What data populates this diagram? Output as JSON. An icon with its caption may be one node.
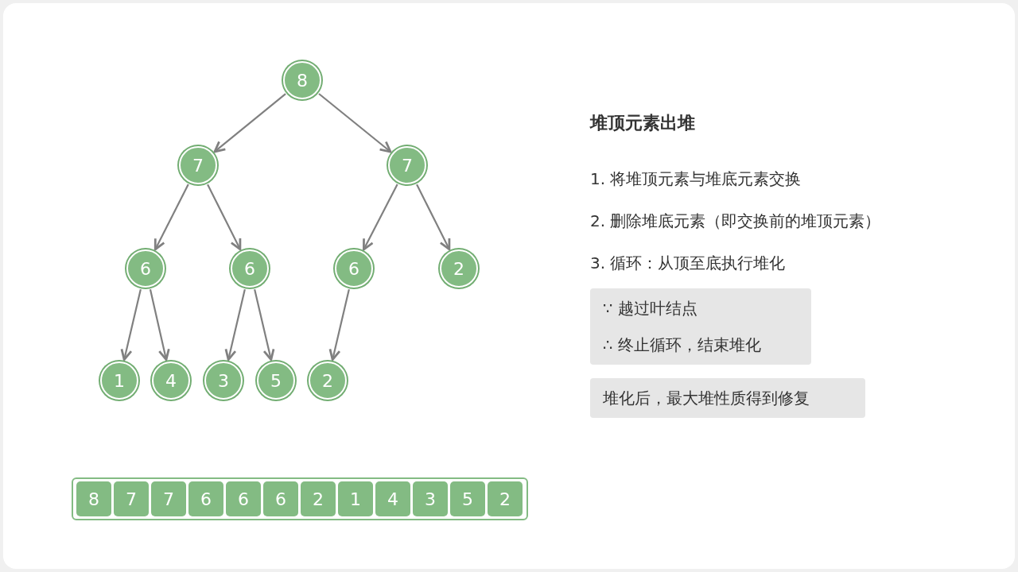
{
  "diagram": {
    "title": "堆顶元素出堆",
    "nodes": [
      {
        "text": [
          "8"
        ]
      },
      {
        "text": [
          "7"
        ]
      },
      {
        "text": [
          "7"
        ]
      },
      {
        "text": [
          "6"
        ]
      },
      {
        "text": [
          "6"
        ]
      },
      {
        "text": [
          "6"
        ]
      },
      {
        "text": [
          "2"
        ]
      },
      {
        "text": [
          "1"
        ]
      },
      {
        "text": [
          "4"
        ]
      },
      {
        "text": [
          "3"
        ]
      },
      {
        "text": [
          "5"
        ]
      },
      {
        "text": [
          "2"
        ]
      },
      {
        "text": [],
        "shape": "box"
      },
      {
        "text": [
          "8"
        ],
        "in": 12
      },
      {
        "text": [
          "7"
        ],
        "in": 12
      },
      {
        "text": [
          "7"
        ],
        "in": 12
      },
      {
        "text": [
          "6"
        ],
        "in": 12
      },
      {
        "text": [
          "6"
        ],
        "in": 12
      },
      {
        "text": [
          "6"
        ],
        "in": 12
      },
      {
        "text": [
          "2"
        ],
        "in": 12
      },
      {
        "text": [
          "1"
        ],
        "in": 12
      },
      {
        "text": [
          "4"
        ],
        "in": 12
      },
      {
        "text": [
          "3"
        ],
        "in": 12
      },
      {
        "text": [
          "5"
        ],
        "in": 12
      },
      {
        "text": [
          "2"
        ],
        "in": 12
      },
      {
        "text": [
          "∵ 越过叶结点",
          "∴ 终止循环，结束堆化"
        ]
      },
      {
        "text": [
          "堆化后，最大堆性质得到修复"
        ]
      }
    ],
    "edges": [
      {
        "from": 0,
        "to": 1,
        "arrow": "to"
      },
      {
        "from": 0,
        "to": 2,
        "arrow": "to"
      },
      {
        "from": 1,
        "to": 3,
        "arrow": "to"
      },
      {
        "from": 1,
        "to": 4,
        "arrow": "to"
      },
      {
        "from": 2,
        "to": 5,
        "arrow": "to"
      },
      {
        "from": 2,
        "to": 6,
        "arrow": "to"
      },
      {
        "from": 3,
        "to": 7,
        "arrow": "to"
      },
      {
        "from": 3,
        "to": 8,
        "arrow": "to"
      },
      {
        "from": 4,
        "to": 9,
        "arrow": "to"
      },
      {
        "from": 4,
        "to": 10,
        "arrow": "to"
      },
      {
        "from": 5,
        "to": 11,
        "arrow": "to"
      }
    ],
    "labels": [
      "1. 将堆顶元素与堆底元素交换",
      "2. 删除堆底元素（即交换前的堆顶元素）",
      "3. 循环：从顶至底执行堆化"
    ]
  }
}
